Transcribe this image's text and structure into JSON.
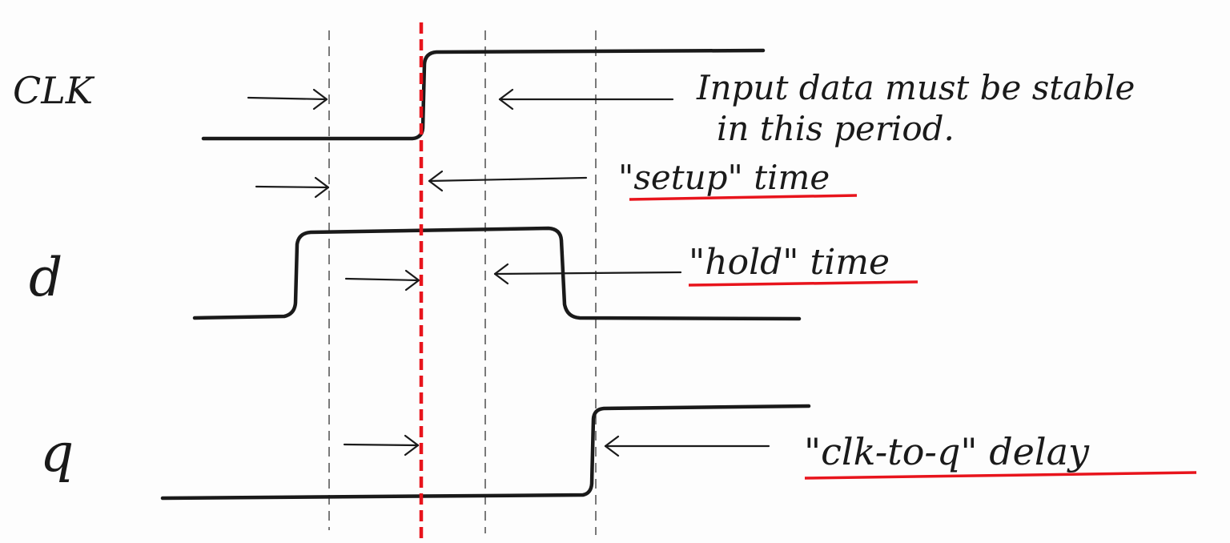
{
  "signals": {
    "clk": "CLK",
    "d": "d",
    "q": "q"
  },
  "notes": {
    "stable_line1": "Input data must be stable",
    "stable_line2": "in this period.",
    "setup": "\"setup\" time",
    "hold": "\"hold\" time",
    "clk_to_q": "\"clk-to-q\" delay"
  },
  "colors": {
    "ink": "#1a1a1a",
    "highlight": "#e8141c"
  }
}
